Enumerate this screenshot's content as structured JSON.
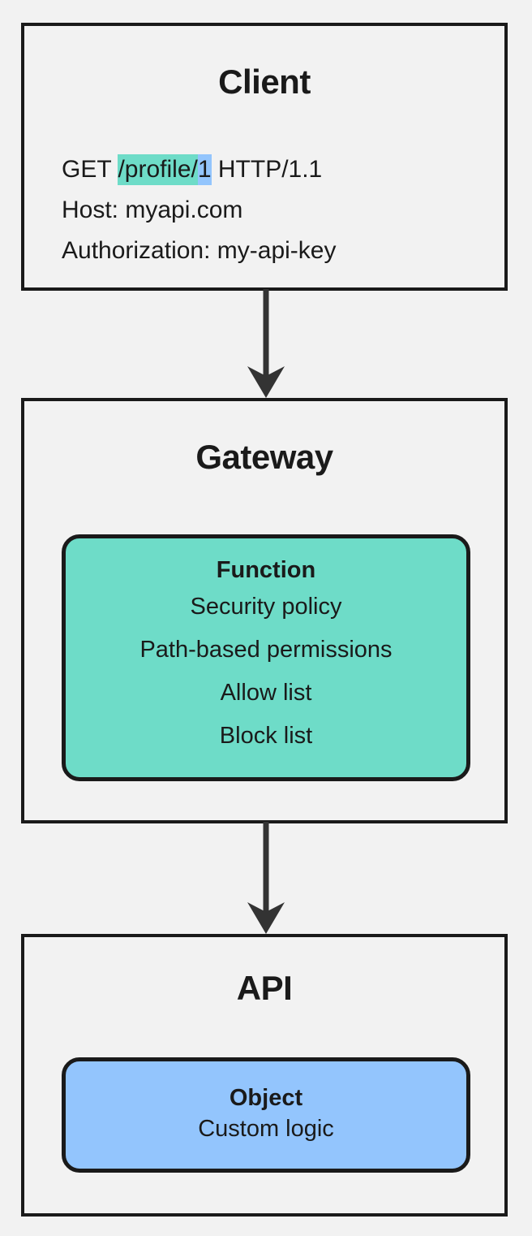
{
  "diagram": {
    "background_color": "#f2f2f2",
    "border_color": "#1a1a1a",
    "accent_teal": "#6edcc8",
    "accent_blue": "#93c5fd",
    "nodes": [
      {
        "id": "client",
        "title": "Client",
        "request": {
          "line1": {
            "method": "GET ",
            "path_highlight": "/profile/",
            "id_highlight": "1",
            "protocol": " HTTP/1.1"
          },
          "line2": "Host: myapi.com",
          "line3": "Authorization: my-api-key"
        }
      },
      {
        "id": "gateway",
        "title": "Gateway",
        "subnode": {
          "title": "Function",
          "lines": [
            "Security policy",
            "Path-based permissions",
            "Allow list",
            "Block list"
          ]
        }
      },
      {
        "id": "api",
        "title": "API",
        "subnode": {
          "title": "Object",
          "lines": [
            "Custom logic"
          ]
        }
      }
    ],
    "edges": [
      {
        "id": "client-to-gateway",
        "from": "client",
        "to": "gateway",
        "label": ""
      },
      {
        "id": "gateway-to-api",
        "from": "gateway",
        "to": "api",
        "label": ""
      }
    ]
  }
}
